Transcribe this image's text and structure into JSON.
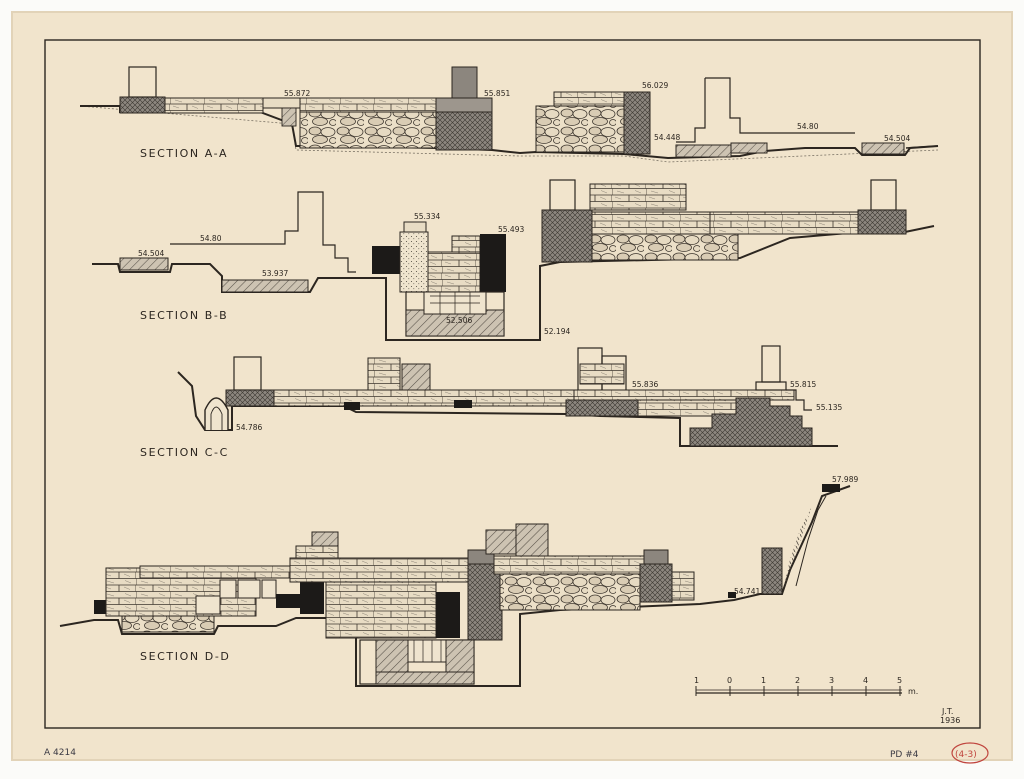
{
  "drawing": {
    "sections": [
      {
        "label": "SECTION  A-A",
        "elevations": [
          "55.872",
          "55.851",
          "56.029",
          "54.448",
          "54.80",
          "54.504"
        ]
      },
      {
        "label": "SECTION  B-B",
        "elevations": [
          "54.504",
          "54.80",
          "53.937",
          "55.334",
          "55.493",
          "52.506",
          "52.194"
        ]
      },
      {
        "label": "SECTION  C-C",
        "elevations": [
          "54.786",
          "55.836",
          "55.815",
          "55.135"
        ]
      },
      {
        "label": "SECTION  D-D",
        "elevations": [
          "57.989",
          "54.741"
        ]
      }
    ],
    "scale": {
      "ticks": [
        "1",
        "0",
        "1",
        "2",
        "3",
        "4",
        "5"
      ],
      "unit": "m."
    },
    "signature": {
      "initials": "J.T.",
      "year": "1936"
    },
    "sheet_id": "A 4214",
    "plate_number": "PD #4",
    "plate_sub": "(4-3)"
  },
  "colors": {
    "paper": "#f1e4cc",
    "ink": "#2c2620",
    "fill_gray": "#8a847c",
    "fill_black": "#1c1a18",
    "stamp_red": "#c0463f"
  }
}
